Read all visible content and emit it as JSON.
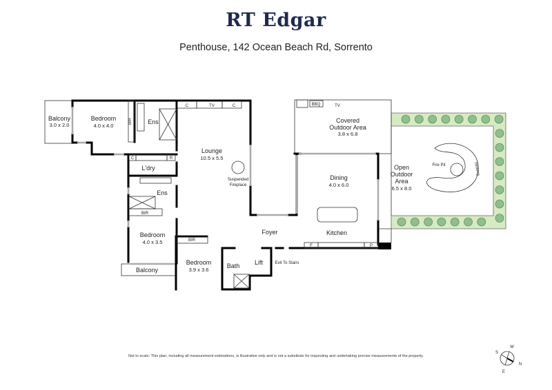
{
  "brand": "RT Edgar",
  "address": "Penthouse, 142 Ocean Beach Rd, Sorrento",
  "rooms": [
    {
      "name": "Balcony",
      "dims": "3.0 x 2.0"
    },
    {
      "name": "Bedroom",
      "dims": "4.0 x 4.0"
    },
    {
      "name": "Ens"
    },
    {
      "name": "Lounge",
      "dims": "10.5 x 5.5"
    },
    {
      "name": "L'dry"
    },
    {
      "name": "Ens"
    },
    {
      "name": "Bedroom",
      "dims": "4.0 x 3.5"
    },
    {
      "name": "Balcony"
    },
    {
      "name": "Bedroom",
      "dims": "3.9 x 3.6"
    },
    {
      "name": "Bath"
    },
    {
      "name": "Lift"
    },
    {
      "name": "Foyer"
    },
    {
      "name": "Covered Outdoor Area",
      "line1": "Covered",
      "line2": "Outdoor Area",
      "dims": "3.8 x 6.8"
    },
    {
      "name": "Dining",
      "dims": "4.0 x 6.0"
    },
    {
      "name": "Kitchen"
    },
    {
      "name": "Open Outdoor Area",
      "line1": "Open",
      "line2": "Outdoor",
      "line3": "Area",
      "dims": "6.5 x 8.0"
    }
  ],
  "fixtures": {
    "bir": "BIR",
    "cupboard": "C",
    "tv": "TV",
    "r": "R",
    "bbq": "BBQ",
    "fridge": "F",
    "pantry": "P",
    "fireplace_1": "Suspended",
    "fireplace_2": "Fireplace",
    "fire_pit": "Fire Pit",
    "seating": "Seating",
    "exit": "Exit To Stairs"
  },
  "compass": {
    "n": "N",
    "s": "S",
    "e": "E",
    "w": "W"
  },
  "colors": {
    "brand": "#1f2a4d",
    "garden": "#d6eac4",
    "tree": "#8fbf8a"
  },
  "disclaimer": "Not to scale: This plan, including all measurement estimations, is illustrative only and is not a substitute for inspecting and undertaking precise measurements of the property."
}
